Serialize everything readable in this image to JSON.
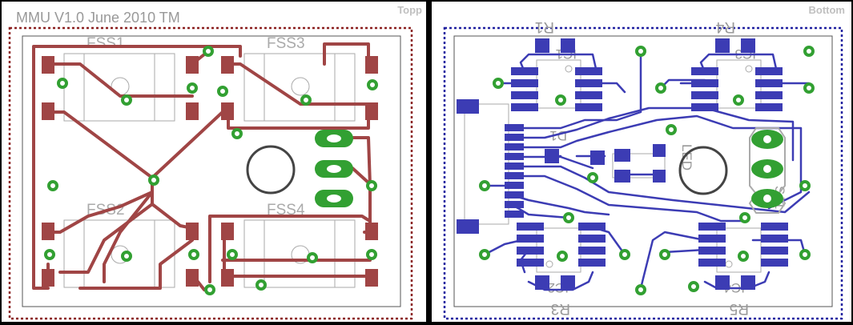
{
  "top_panel": {
    "title": "MMU V1.0 June 2010 TM",
    "layer_label": "Topp",
    "components": [
      "FSS1",
      "FSS3",
      "FSS2",
      "FSS4"
    ]
  },
  "bottom_panel": {
    "layer_label": "Bottom",
    "components": [
      "R1",
      "R4",
      "IC1",
      "IC3",
      "D1",
      "R3",
      "IC2",
      "R5",
      "IC4",
      "LED",
      "SJ1"
    ]
  },
  "colors": {
    "background": "#000000",
    "panel": "#ffffff",
    "top_copper": "#a04545",
    "bottom_copper": "#3c3cb4",
    "via": "#32a032",
    "outline": "#555555",
    "silkscreen": "#aaaaaa",
    "top_border": "#8b2020",
    "bottom_border": "#2020a0"
  }
}
